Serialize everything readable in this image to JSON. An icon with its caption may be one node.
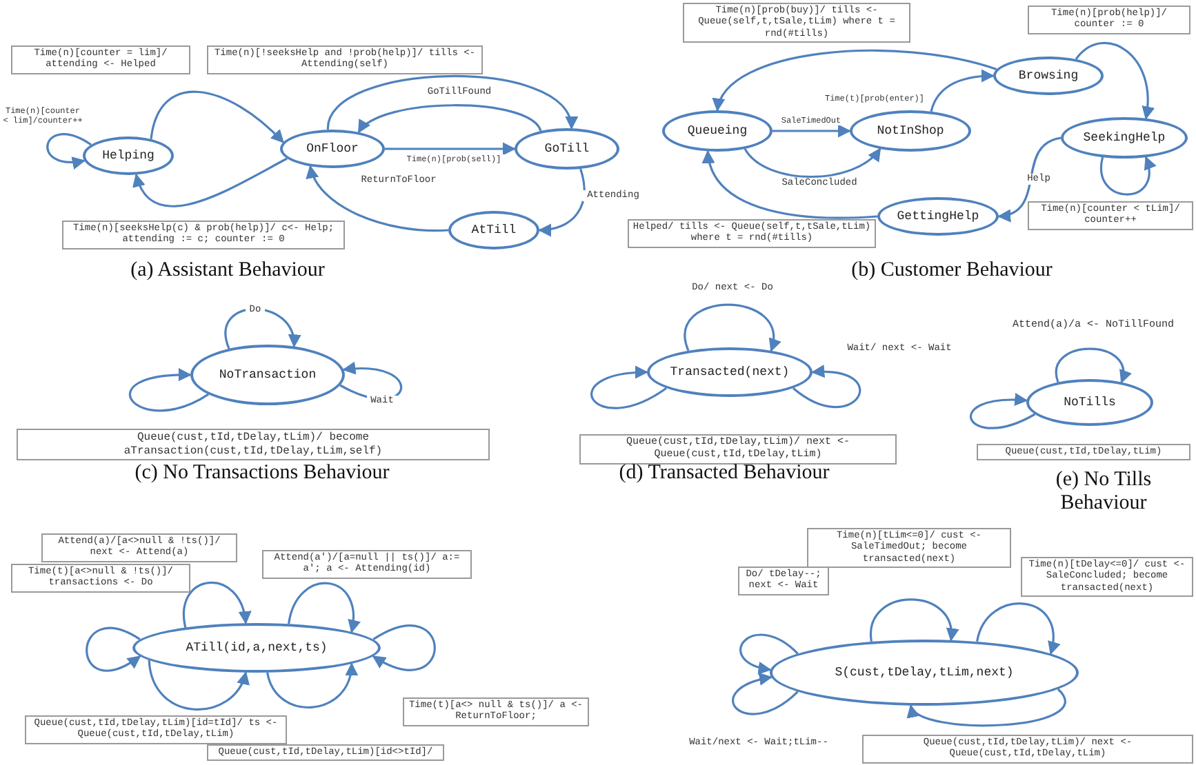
{
  "diagram": {
    "nodes": [
      {
        "text": [
          "Helping"
        ]
      },
      {
        "text": [
          "OnFloor"
        ]
      },
      {
        "text": [
          "GoTill"
        ]
      },
      {
        "text": [
          "AtTill"
        ]
      },
      {
        "text": [
          "Browsing"
        ]
      },
      {
        "text": [
          "Queueing"
        ]
      },
      {
        "text": [
          "NotInShop"
        ]
      },
      {
        "text": [
          "SeekingHelp"
        ]
      },
      {
        "text": [
          "GettingHelp"
        ]
      },
      {
        "text": [
          "NoTransaction"
        ]
      },
      {
        "text": [
          "Transacted(next)"
        ]
      },
      {
        "text": [
          "NoTills"
        ]
      },
      {
        "text": [
          "ATill(id,a,next,ts)"
        ]
      },
      {
        "text": [
          "S(cust,tDelay,tLim,next)"
        ]
      }
    ],
    "edges": [
      {
        "from": 0,
        "to": 0,
        "arrow": "to",
        "label": "Time(n)[counter < lim]/counter++"
      },
      {
        "from": 0,
        "to": 1,
        "arrow": "to",
        "label": "Time(n)[counter = lim]/ attending <- Helped"
      },
      {
        "from": 1,
        "to": 0,
        "arrow": "to",
        "label": "Time(n)[seeksHelp(c) & prob(help)]/ c<- Help; attending := c; counter := 0"
      },
      {
        "from": 1,
        "to": 2,
        "arrow": "to",
        "label": "Time(n)[!seeksHelp and !prob(help)]/ tills <- Attending(self)"
      },
      {
        "from": 1,
        "to": 2,
        "arrow": "to",
        "label": "Time(n)[prob(sell)]"
      },
      {
        "from": 2,
        "to": 1,
        "arrow": "to",
        "label": "GoTillFound"
      },
      {
        "from": 2,
        "to": 3,
        "arrow": "to",
        "label": "Attending"
      },
      {
        "from": 3,
        "to": 1,
        "arrow": "to",
        "label": "ReturnToFloor"
      },
      {
        "from": 4,
        "to": 5,
        "arrow": "to",
        "label": "Time(n)[prob(buy)]/ tills <- Queue(self,t,tSale,tLim) where t = rnd(#tills)"
      },
      {
        "from": 5,
        "to": 6,
        "arrow": "to",
        "label": "SaleTimedOut"
      },
      {
        "from": 5,
        "to": 6,
        "arrow": "to",
        "label": "SaleConcluded"
      },
      {
        "from": 6,
        "to": 4,
        "arrow": "to",
        "label": "Time(t)[prob(enter)]"
      },
      {
        "from": 4,
        "to": 7,
        "arrow": "to",
        "label": "Time(n)[prob(help)]/ counter := 0"
      },
      {
        "from": 7,
        "to": 7,
        "arrow": "to",
        "label": "Time(n)[counter < tLim]/ counter++"
      },
      {
        "from": 7,
        "to": 8,
        "arrow": "to",
        "label": "Help"
      },
      {
        "from": 8,
        "to": 5,
        "arrow": "to",
        "label": "Helped/ tills <- Queue(self,t,tSale,tLim) where t = rnd(#tills)"
      },
      {
        "from": 9,
        "to": 9,
        "arrow": "to",
        "label": "Do"
      },
      {
        "from": 9,
        "to": 9,
        "arrow": "to",
        "label": "Wait"
      },
      {
        "from": 9,
        "to": 9,
        "arrow": "to",
        "label": "Queue(cust,tId,tDelay,tLim)/ become aTransaction(cust,tId,tDelay,tLim,self)"
      },
      {
        "from": 10,
        "to": 10,
        "arrow": "to",
        "label": "Do/ next <- Do"
      },
      {
        "from": 10,
        "to": 10,
        "arrow": "to",
        "label": "Wait/ next <- Wait"
      },
      {
        "from": 10,
        "to": 10,
        "arrow": "to",
        "label": "Queue(cust,tId,tDelay,tLim)/ next <- Queue(cust,tId,tDelay,tLim)"
      },
      {
        "from": 11,
        "to": 11,
        "arrow": "to",
        "label": "Attend(a)/a <- NoTillFound"
      },
      {
        "from": 11,
        "to": 11,
        "arrow": "to",
        "label": "Queue(cust,tId,tDelay,tLim)"
      },
      {
        "from": 12,
        "to": 12,
        "arrow": "to",
        "label": "Time(t)[a<>null & !ts()]/ transactions <- Do"
      },
      {
        "from": 12,
        "to": 12,
        "arrow": "to",
        "label": "Attend(a)/[a<>null & !ts()]/ next <- Attend(a)"
      },
      {
        "from": 12,
        "to": 12,
        "arrow": "to",
        "label": "Attend(a')/[a=null || ts()]/ a:= a'; a <- Attending(id)"
      },
      {
        "from": 12,
        "to": 12,
        "arrow": "to",
        "label": "Queue(cust,tId,tDelay,tLim)[id=tId]/ ts <- Queue(cust,tId,tDelay,tLim)"
      },
      {
        "from": 12,
        "to": 12,
        "arrow": "to",
        "label": "Queue(cust,tId,tDelay,tLim)[id<>tId]/"
      },
      {
        "from": 12,
        "to": 12,
        "arrow": "to",
        "label": "Time(t)[a<> null & ts()]/ a <- ReturnToFloor;"
      },
      {
        "from": 13,
        "to": 13,
        "arrow": "to",
        "label": "Do/ tDelay--; next <- Wait"
      },
      {
        "from": 13,
        "to": 13,
        "arrow": "to",
        "label": "Time(n)[tLim<=0]/ cust <- SaleTimedOut; become transacted(next)"
      },
      {
        "from": 13,
        "to": 13,
        "arrow": "to",
        "label": "Time(n)[tDelay<=0]/ cust <- SaleConcluded; become transacted(next)"
      },
      {
        "from": 13,
        "to": 13,
        "arrow": "to",
        "label": "Wait/next <- Wait;tLim--"
      },
      {
        "from": 13,
        "to": 13,
        "arrow": "to",
        "label": "Queue(cust,tId,tDelay,tLim)/ next <- Queue(cust,tId,tDelay,tLim)"
      }
    ],
    "labels": [
      "(a) Assistant Behaviour",
      "(b) Customer Behaviour",
      "(c) No Transactions Behaviour",
      "(d) Transacted Behaviour",
      "(e) No Tills Behaviour"
    ]
  }
}
